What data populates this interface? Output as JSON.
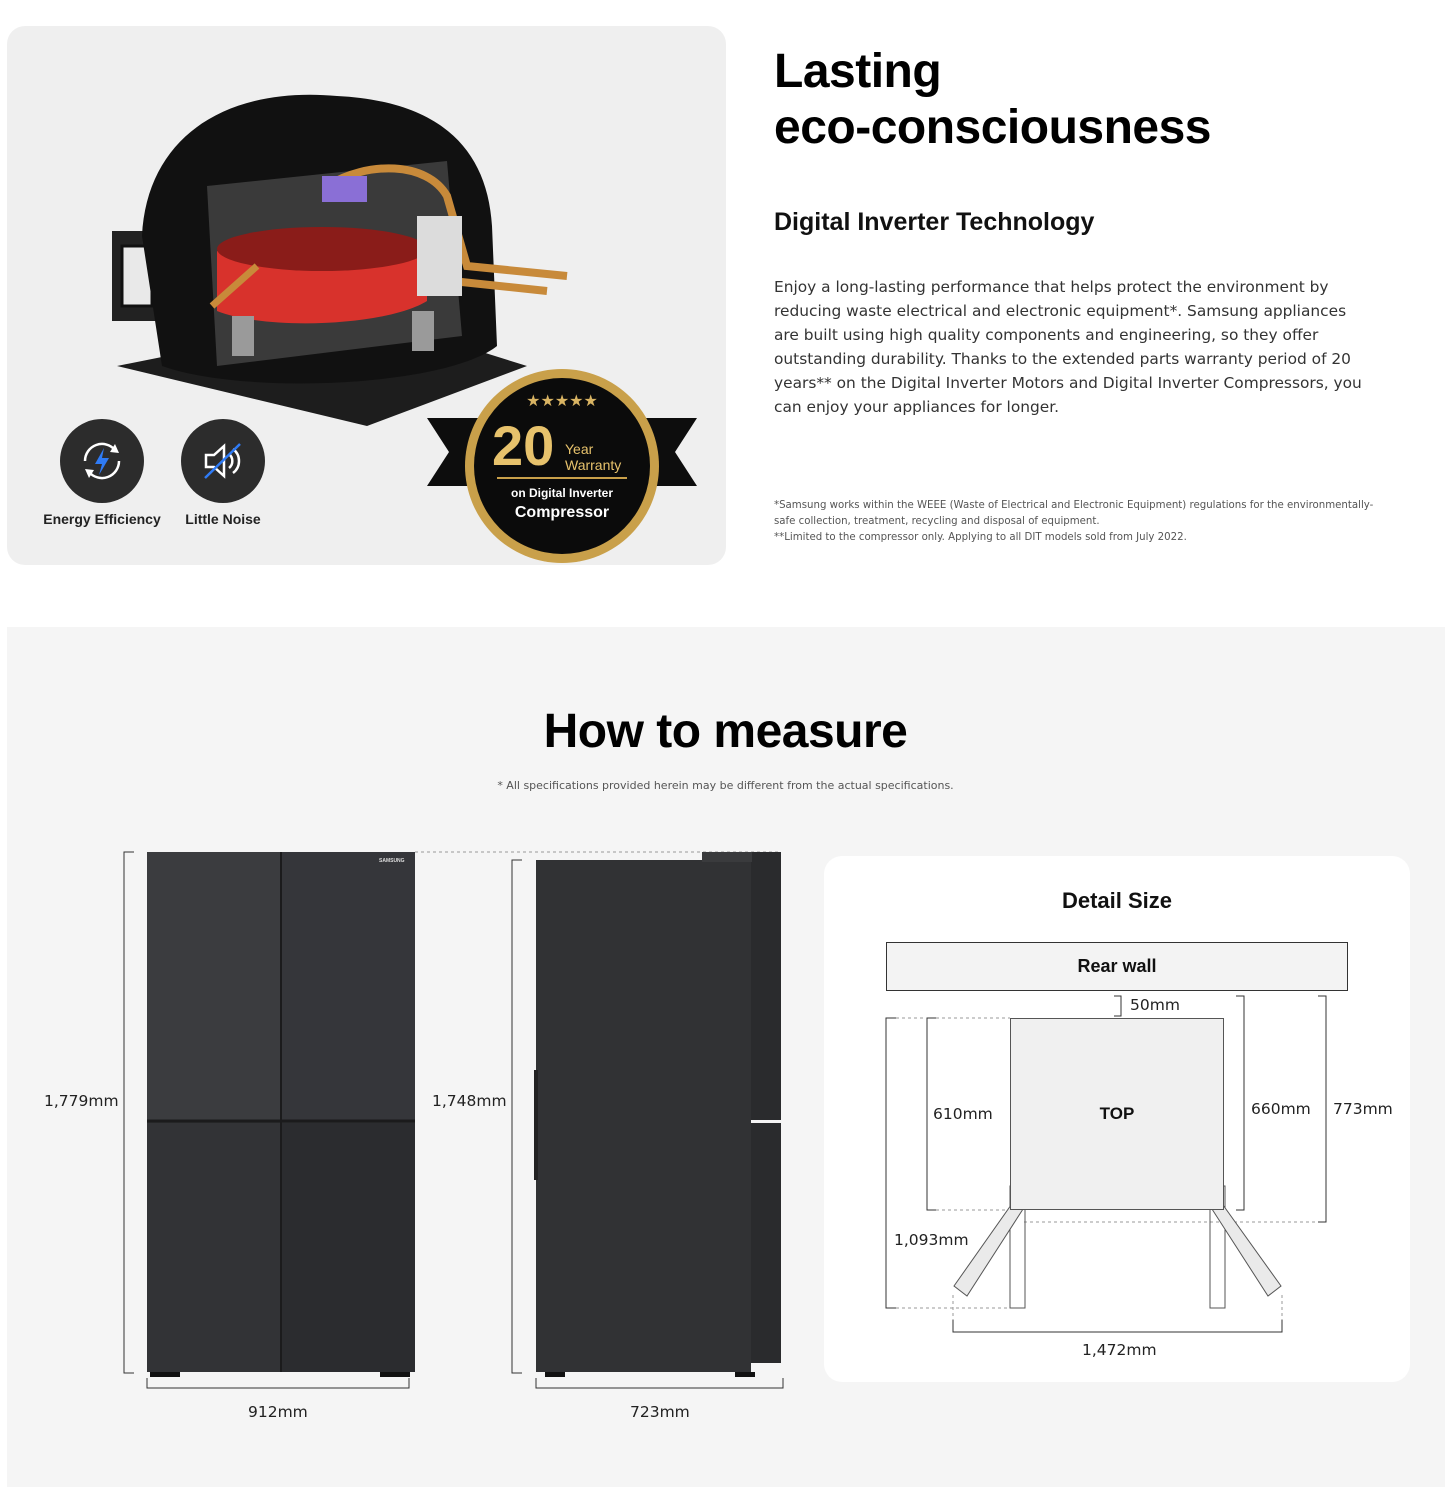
{
  "eco": {
    "title_line1": "Lasting",
    "title_line2": "eco-consciousness",
    "subtitle": "Digital Inverter Technology",
    "body": "Enjoy a long-lasting performance that helps protect the environment by reducing waste electrical and electronic equipment*. Samsung appliances are built using high quality components and engineering, so they offer outstanding durability. Thanks to the extended parts warranty period of 20 years** on the Digital Inverter Motors and Digital Inverter Compressors, you can enjoy your appliances for longer.",
    "footnote1": "*Samsung works within the WEEE (Waste of Electrical and Electronic Equipment) regulations for the environmentally-safe collection, treatment, recycling and disposal of equipment.",
    "footnote2": "**Limited to the compressor only. Applying to all DIT models sold from July 2022."
  },
  "features": [
    {
      "label": "Energy Efficiency",
      "icon": "energy-efficiency-icon"
    },
    {
      "label": "Little Noise",
      "icon": "little-noise-icon"
    }
  ],
  "badge": {
    "number": "20",
    "year": "Year",
    "warranty": "Warranty",
    "line1": "on Digital Inverter",
    "line2": "Compressor"
  },
  "measure": {
    "title": "How to measure",
    "note": "* All specifications provided herein may be different from the actual specifications.",
    "front_height": "1,779mm",
    "front_width": "912mm",
    "side_height": "1,748mm",
    "side_depth": "723mm",
    "brand": "SAMSUNG"
  },
  "detail": {
    "title": "Detail Size",
    "rear_wall": "Rear wall",
    "top": "TOP",
    "gap": "50mm",
    "depth_610": "610mm",
    "depth_660": "660mm",
    "depth_773": "773mm",
    "door_open": "1,093mm",
    "open_width": "1,472mm"
  },
  "colors": {
    "card_bg": "#efefef",
    "section_bg": "#f5f5f5",
    "fridge": "#2e2f31",
    "badge_gold": "#c9a04a",
    "compressor_red": "#d8322c"
  }
}
